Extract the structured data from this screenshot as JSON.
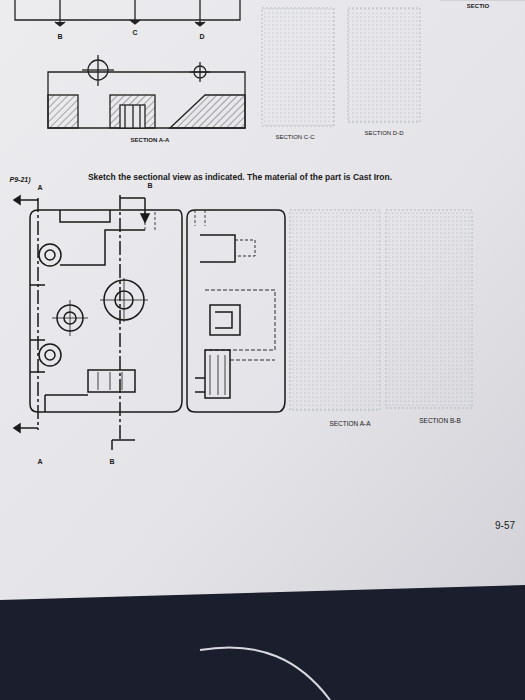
{
  "diagram": {
    "labels": [
      "SECTIO",
      "C",
      "D",
      "B",
      "SECTION A-A",
      "SECTION C-C",
      "SECTION D-D",
      "P9-21)",
      "Sketch the sectional view as indicated. The material of the part is Cast Iron.",
      "A",
      "B",
      "A",
      "B",
      "SECTION A-A",
      "SECTION B-B",
      "9-57"
    ]
  }
}
